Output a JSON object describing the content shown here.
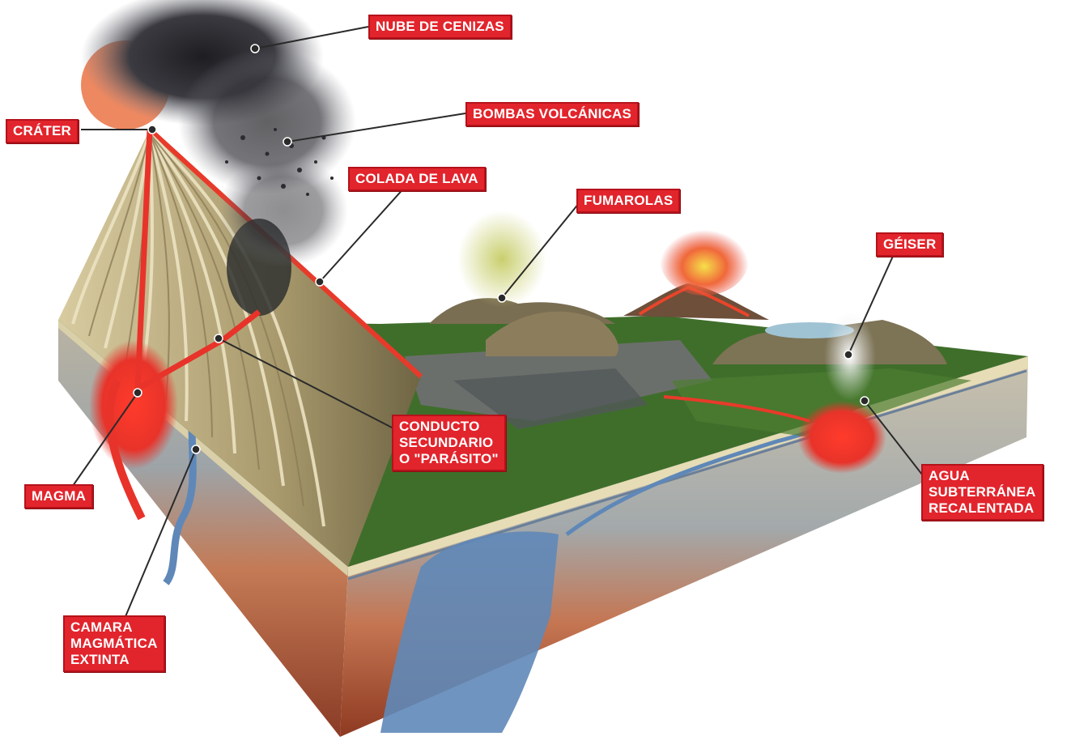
{
  "labels": {
    "nube": "NUBE DE CENIZAS",
    "bombas": "BOMBAS VOLCÁNICAS",
    "crater": "CRÁTER",
    "colada": "COLADA DE LAVA",
    "fumarolas": "FUMAROLAS",
    "geiser": "GÉISER",
    "conducto": "CONDUCTO\nSECUNDARIO\nO \"PARÁSITO\"",
    "magma": "MAGMA",
    "agua": "AGUA\nSUBTERRÁNEA\nRECALENTADA",
    "camara": "CAMARA\nMAGMÁTICA\nEXTINTA"
  },
  "colors": {
    "label_bg": "#e2242c",
    "label_text": "#ffffff",
    "lava": "#e83a1e",
    "ground": "#3d6b2a",
    "water": "#5b86b5",
    "ash": "#2b2b2e"
  }
}
